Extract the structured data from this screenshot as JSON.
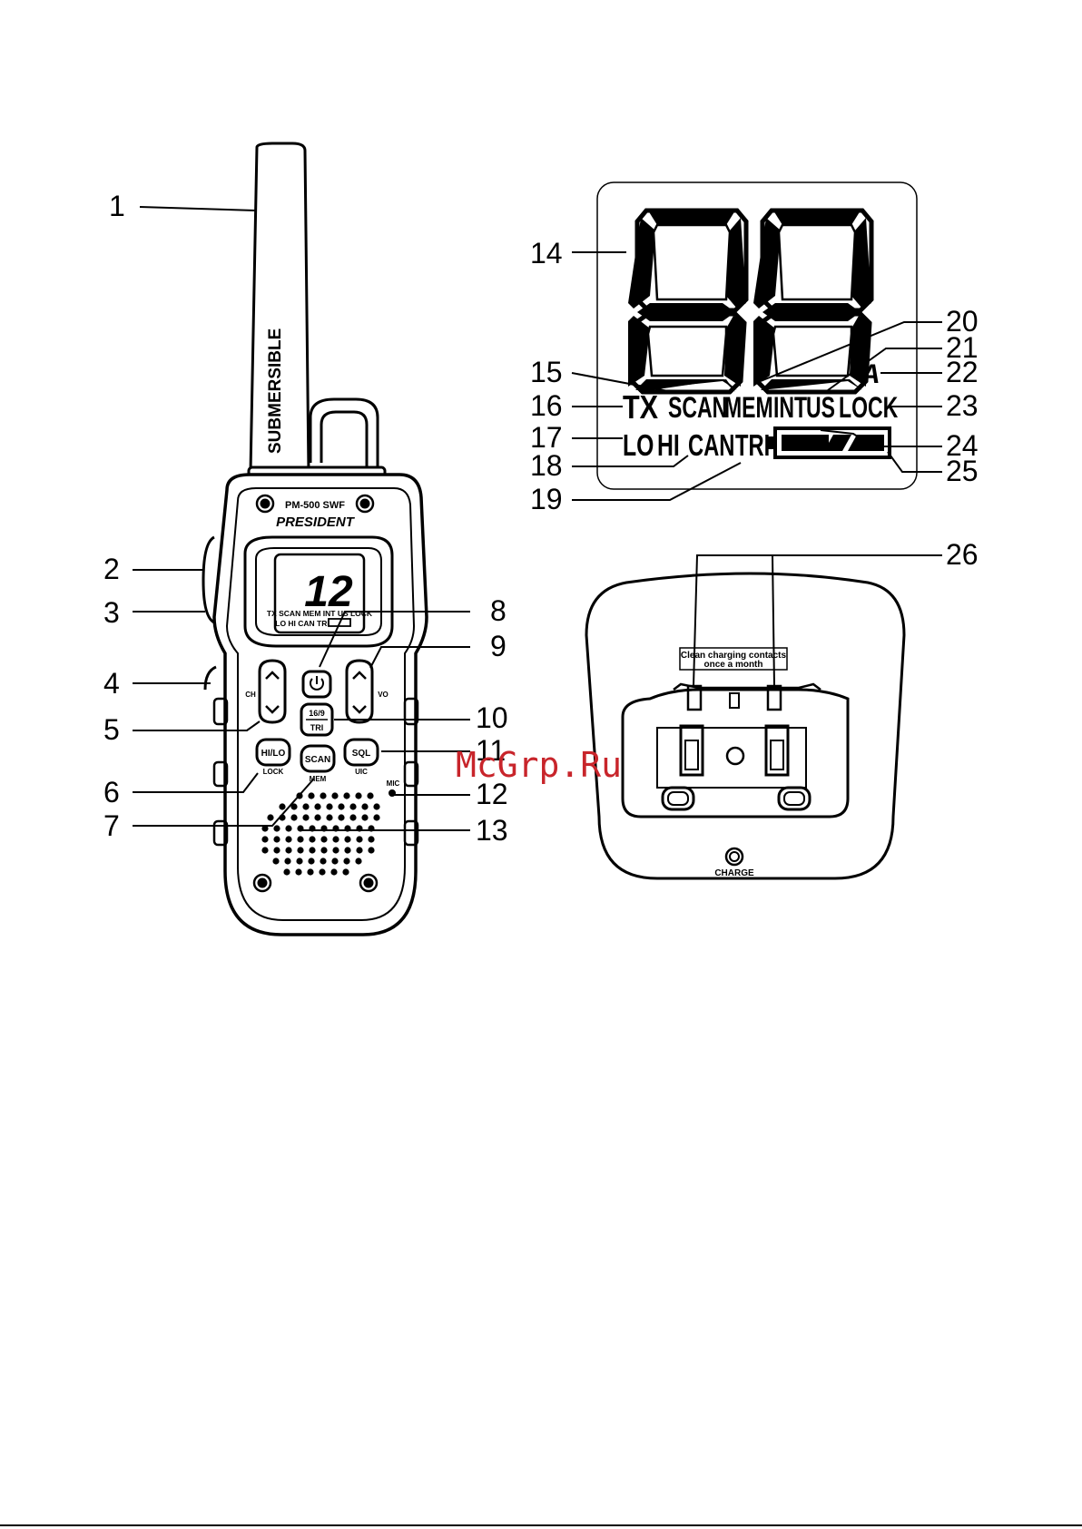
{
  "callouts": [
    "1",
    "2",
    "3",
    "4",
    "5",
    "6",
    "7",
    "8",
    "9",
    "10",
    "11",
    "12",
    "13",
    "14",
    "15",
    "16",
    "17",
    "18",
    "19",
    "20",
    "21",
    "22",
    "23",
    "24",
    "25",
    "26"
  ],
  "radio": {
    "model": "PM-500 SWF",
    "brand": "PRESIDENT",
    "antenna_text": "SUBMERSIBLE",
    "display_channel": "12",
    "display_row1": "TX SCAN MEM INT US LOCK",
    "display_row2": "LO HI CAN TRI",
    "ch_label": "CH",
    "vo_label": "VO",
    "btn_169": "16/9",
    "btn_tri": "TRI",
    "btn_hilo": "HI/LO",
    "btn_hilo_sub": "LOCK",
    "btn_scan": "SCAN",
    "btn_scan_sub": "MEM",
    "btn_sql": "SQL",
    "btn_sql_sub": "UIC",
    "mic_label": "MIC"
  },
  "lcd": {
    "tx": "TX",
    "scan": "SCAN",
    "mem": "MEM",
    "int": "INT",
    "us": "US",
    "lock": "LOCK",
    "a": "A",
    "lo": "LO",
    "hi": "HI",
    "can": "CAN",
    "tri": "TRI"
  },
  "charger": {
    "note_line1": "Clean charging contacts",
    "note_line2": "once a month",
    "charge_label": "CHARGE"
  },
  "watermark": "McGrp.Ru"
}
